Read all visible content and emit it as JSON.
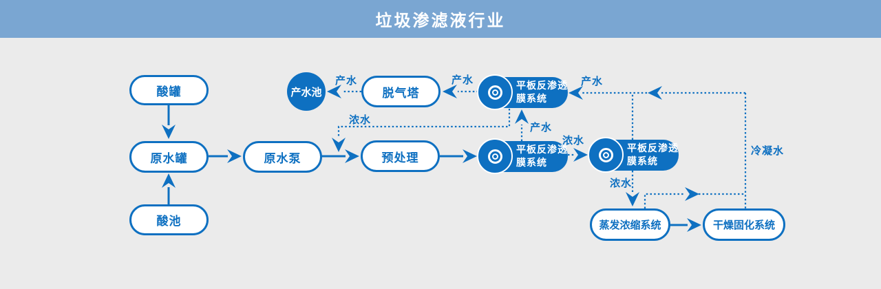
{
  "header": {
    "title": "垃圾渗滤液行业"
  },
  "colors": {
    "accent_blue": "#0e70c1",
    "header_blue": "#7aa6d2",
    "background": "#ebebeb"
  },
  "icons": {
    "ro_unit": "disc-membrane-icon"
  },
  "nodes": {
    "acid_tank": {
      "label": "酸罐"
    },
    "raw_water_tank": {
      "label": "原水罐"
    },
    "acid_pool": {
      "label": "酸池"
    },
    "raw_water_pump": {
      "label": "原水泵"
    },
    "pretreatment": {
      "label": "预处理"
    },
    "degassing_tower": {
      "label": "脱气塔"
    },
    "product_water_pool": {
      "label": "产水池"
    },
    "ro_system_1": {
      "line1": "平板反渗透",
      "line2": "膜系统"
    },
    "ro_system_2": {
      "line1": "平板反渗透",
      "line2": "膜系统"
    },
    "ro_system_3": {
      "line1": "平板反渗透",
      "line2": "膜系统"
    },
    "evaporation_system": {
      "label": "蒸发浓缩系统"
    },
    "drying_system": {
      "label": "干燥固化系统"
    }
  },
  "flow_labels": {
    "product_water_to_pool": "产水",
    "product_water_to_degasser": "产水",
    "product_water_return_top": "产水",
    "product_water_stage2_up": "产水",
    "concentrate_return": "浓水",
    "concentrate_stage2_to_3": "浓水",
    "concentrate_to_evaporator": "浓水",
    "condensate": "冷凝水"
  }
}
